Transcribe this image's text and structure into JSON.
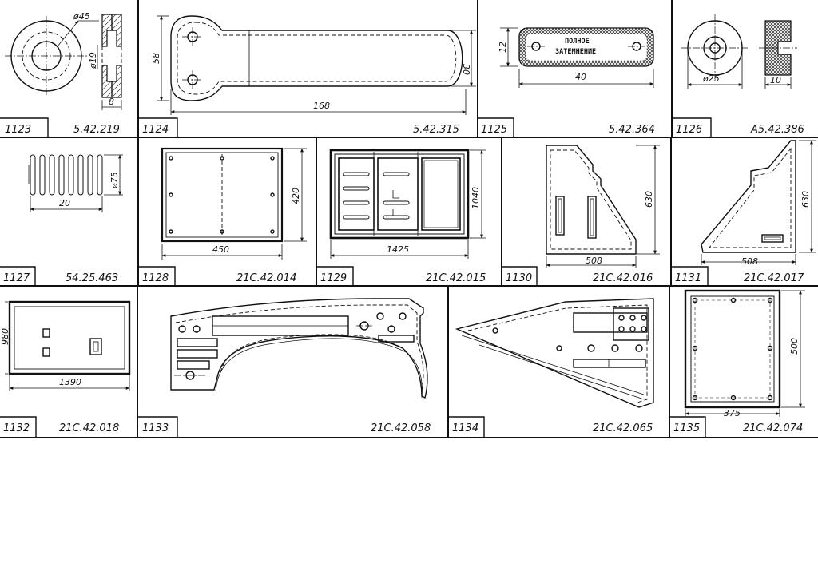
{
  "sheet": {
    "parts": [
      {
        "number": "1123",
        "code": "5.42.219",
        "dims": [
          "ø45",
          "ø19",
          "8"
        ]
      },
      {
        "number": "1124",
        "code": "5.42.315",
        "dims": [
          "58",
          "30",
          "168"
        ]
      },
      {
        "number": "1125",
        "code": "5.42.364",
        "dims": [
          "12",
          "40"
        ],
        "stamp_text": [
          "ПОЛНОЕ",
          "ЗАТЕМНЕНИЕ"
        ]
      },
      {
        "number": "1126",
        "code": "А5.42.386",
        "dims": [
          "ø25",
          "10"
        ]
      },
      {
        "number": "1127",
        "code": "54.25.463",
        "dims": [
          "ø75",
          "20"
        ]
      },
      {
        "number": "1128",
        "code": "21С.42.014",
        "dims": [
          "420",
          "450"
        ]
      },
      {
        "number": "1129",
        "code": "21С.42.015",
        "dims": [
          "1040",
          "1425"
        ]
      },
      {
        "number": "1130",
        "code": "21С.42.016",
        "dims": [
          "630",
          "508"
        ]
      },
      {
        "number": "1131",
        "code": "21С.42.017",
        "dims": [
          "630",
          "508"
        ]
      },
      {
        "number": "1132",
        "code": "21С.42.018",
        "dims": [
          "980",
          "1390"
        ]
      },
      {
        "number": "1133",
        "code": "21С.42.058",
        "dims": []
      },
      {
        "number": "1134",
        "code": "21С.42.065",
        "dims": []
      },
      {
        "number": "1135",
        "code": "21С.42.074",
        "dims": [
          "500",
          "375"
        ]
      }
    ]
  }
}
